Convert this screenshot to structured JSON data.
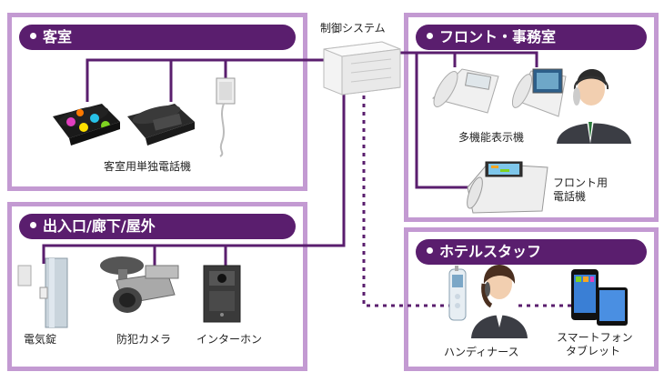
{
  "control_system": {
    "label": "制御システム"
  },
  "panels": {
    "guest_room": {
      "title": "客室",
      "phones_label": "客室用単独電話機"
    },
    "entrance": {
      "title": "出入口/廊下/屋外",
      "items": [
        "電気錠",
        "防犯カメラ",
        "インターホン"
      ]
    },
    "front_office": {
      "title": "フロント・事務室",
      "multi_display_label": "多機能表示機",
      "front_phone_label_line1": "フロント用",
      "front_phone_label_line2": "電話機"
    },
    "hotel_staff": {
      "title": "ホテルスタッフ",
      "handy_nurse_label": "ハンディナース",
      "smartphone_label_line1": "スマートフォン",
      "smartphone_label_line2": "タブレット"
    }
  },
  "colors": {
    "panel_border": "#c39ad2",
    "header_fill": "#5a1e6e",
    "connection_line": "#5a1e6e"
  }
}
